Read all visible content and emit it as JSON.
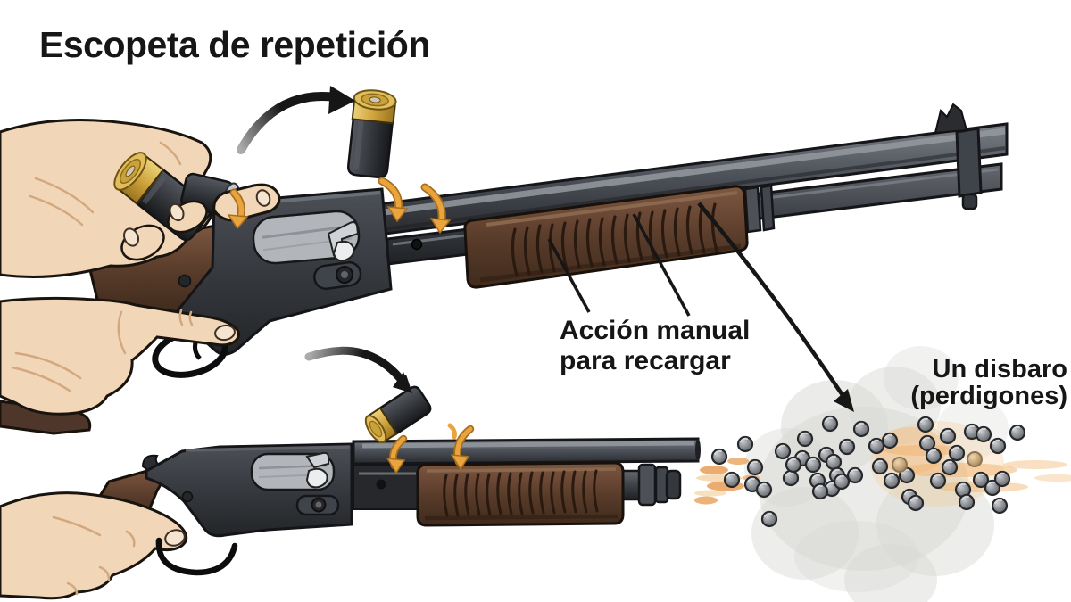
{
  "title": "Escopeta de repetición",
  "labels": {
    "manual_action_line1": "Acción manual",
    "manual_action_line2": "para recargar",
    "shot_line1": "Un disbaro",
    "shot_line2": "(perdigones)"
  },
  "colors": {
    "background": "#ffffff",
    "ink": "#161616",
    "metal_dark": "#2c2e32",
    "metal_mid": "#4e525a",
    "metal_light": "#b2b6bb",
    "wood": "#5a3c2b",
    "brass": "#cfa43c",
    "motion_arrow_orange": "#e9a43e",
    "skin": "#f1d6b8",
    "skin_shadow": "#d3a87f",
    "smoke": "#d7d7d3",
    "muzzle_flash": "#f0b169",
    "pellet": "#8b8e93"
  }
}
